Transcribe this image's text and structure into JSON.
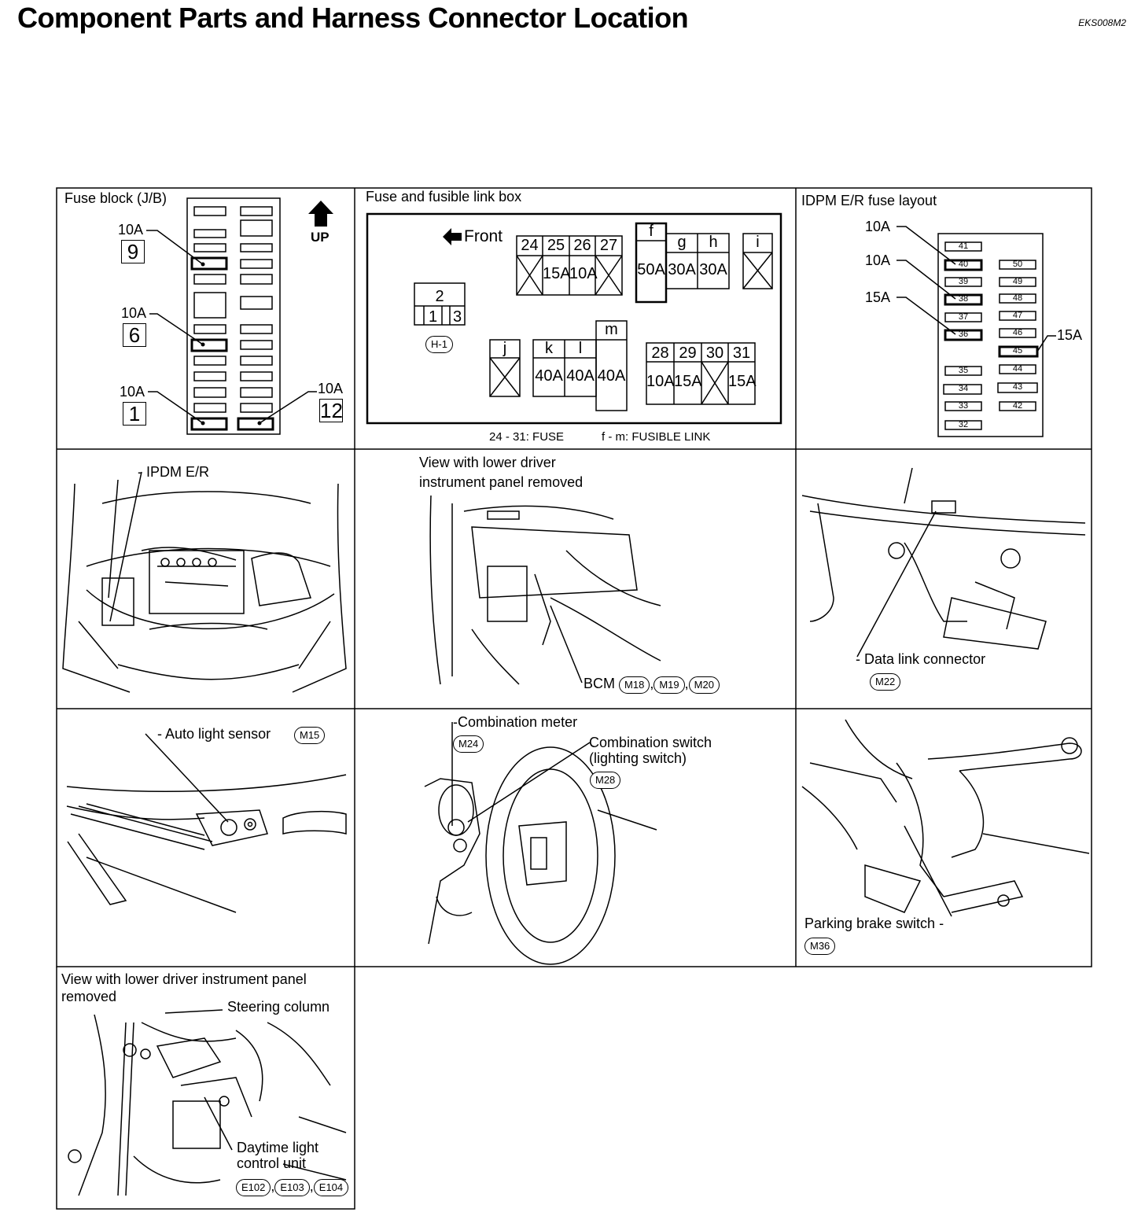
{
  "title": "Component Parts and Harness Connector Location",
  "doc_id": "EKS008M2",
  "panels": {
    "fuse_block": {
      "heading": "Fuse block (J/B)",
      "up": "UP",
      "callouts": [
        {
          "amp": "10A",
          "num": "9"
        },
        {
          "amp": "10A",
          "num": "6"
        },
        {
          "amp": "10A",
          "num": "1"
        },
        {
          "amp": "10A",
          "num": "12"
        }
      ]
    },
    "fuse_link_box": {
      "heading": "Fuse and fusible link box",
      "front": "Front",
      "h1": {
        "top": "2",
        "b1": "1",
        "b2": "3",
        "tag": "H-1"
      },
      "fuses_a": {
        "labels": [
          "24",
          "25",
          "26",
          "27"
        ],
        "vals": [
          "",
          "15A",
          "10A",
          ""
        ]
      },
      "links_fgh": {
        "labels": [
          "f",
          "g",
          "h"
        ],
        "vals": [
          "50A",
          "30A",
          "30A"
        ]
      },
      "link_i": "i",
      "link_j": "j",
      "links_klm": {
        "labels": [
          "k",
          "l",
          "m"
        ],
        "vals": [
          "40A",
          "40A",
          "40A"
        ]
      },
      "fuses_b": {
        "labels": [
          "28",
          "29",
          "30",
          "31"
        ],
        "vals": [
          "10A",
          "15A",
          "",
          "15A"
        ]
      },
      "legend_fuse": "24 - 31: FUSE",
      "legend_link": "f - m: FUSIBLE LINK"
    },
    "ipdm_layout": {
      "heading": "IDPM E/R fuse layout",
      "left_col": [
        "41",
        "40",
        "39",
        "38",
        "37",
        "36",
        "35",
        "34",
        "33",
        "32"
      ],
      "right_col": [
        "50",
        "49",
        "48",
        "47",
        "46",
        "45",
        "44",
        "43",
        "42"
      ],
      "callouts": [
        "10A",
        "10A",
        "15A",
        "15A"
      ]
    },
    "ipdm_er": {
      "label": "IPDM E/R"
    },
    "bcm": {
      "heading_1": "View with lower driver",
      "heading_2": "instrument panel removed",
      "label": "BCM",
      "connectors": [
        "M18",
        "M19",
        "M20"
      ]
    },
    "data_link": {
      "label": "Data link connector",
      "connector": "M22"
    },
    "auto_light": {
      "label": "Auto light sensor",
      "connector": "M15"
    },
    "combination": {
      "meter": "Combination meter",
      "meter_conn": "M24",
      "switch_1": "Combination switch",
      "switch_2": "(lighting switch)",
      "switch_conn": "M28"
    },
    "parking": {
      "label": "Parking brake switch",
      "connector": "M36"
    },
    "daytime": {
      "heading_1": "View with lower driver instrument panel",
      "heading_2": "removed",
      "steering": "Steering column",
      "unit_1": "Daytime light",
      "unit_2": "control unit",
      "connectors": [
        "E102",
        "E103",
        "E104"
      ]
    }
  }
}
